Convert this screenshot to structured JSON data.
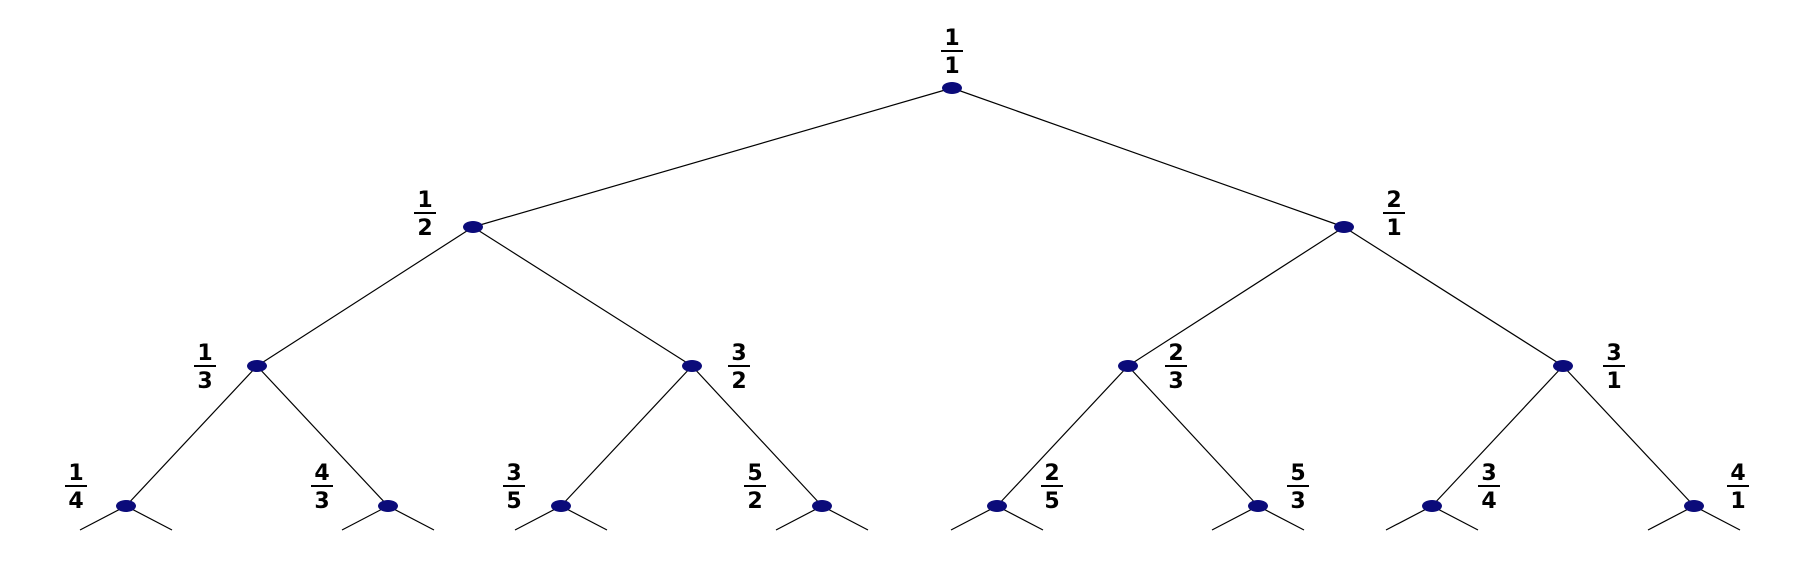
{
  "tree": {
    "node_color": "#0b0b7a",
    "edge_color": "#000000",
    "nodes": [
      {
        "id": "n1-1",
        "num": "1",
        "den": "1"
      },
      {
        "id": "n1-2",
        "num": "1",
        "den": "2"
      },
      {
        "id": "n2-1",
        "num": "2",
        "den": "1"
      },
      {
        "id": "n1-3",
        "num": "1",
        "den": "3"
      },
      {
        "id": "n3-2",
        "num": "3",
        "den": "2"
      },
      {
        "id": "n2-3",
        "num": "2",
        "den": "3"
      },
      {
        "id": "n3-1",
        "num": "3",
        "den": "1"
      },
      {
        "id": "n1-4",
        "num": "1",
        "den": "4"
      },
      {
        "id": "n4-3",
        "num": "4",
        "den": "3"
      },
      {
        "id": "n3-5",
        "num": "3",
        "den": "5"
      },
      {
        "id": "n5-2",
        "num": "5",
        "den": "2"
      },
      {
        "id": "n2-5",
        "num": "2",
        "den": "5"
      },
      {
        "id": "n5-3",
        "num": "5",
        "den": "3"
      },
      {
        "id": "n3-4",
        "num": "3",
        "den": "4"
      },
      {
        "id": "n4-1",
        "num": "4",
        "den": "1"
      }
    ]
  }
}
